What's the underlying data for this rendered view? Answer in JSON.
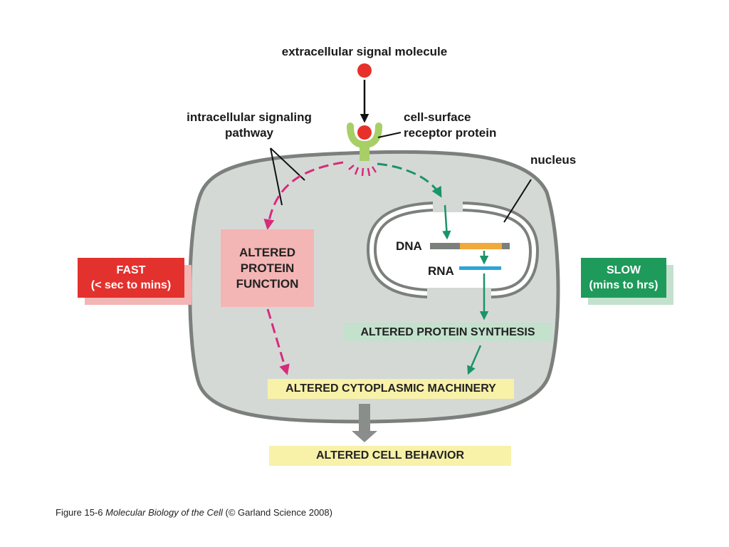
{
  "labels": {
    "signal_molecule": "extracellular signal molecule",
    "receptor_line1": "cell-surface",
    "receptor_line2": "receptor protein",
    "pathway_line1": "intracellular signaling",
    "pathway_line2": "pathway",
    "nucleus": "nucleus",
    "dna": "DNA",
    "rna": "RNA"
  },
  "boxes": {
    "altered_protein_function": [
      "ALTERED",
      "PROTEIN",
      "FUNCTION"
    ],
    "altered_protein_synthesis": "ALTERED PROTEIN SYNTHESIS",
    "altered_cytoplasmic_machinery": "ALTERED CYTOPLASMIC MACHINERY",
    "altered_cell_behavior": "ALTERED CELL BEHAVIOR",
    "fast": {
      "title": "FAST",
      "subtitle": "(< sec to mins)"
    },
    "slow": {
      "title": "SLOW",
      "subtitle": "(mins to hrs)"
    }
  },
  "caption": {
    "prefix": "Figure 15-6",
    "book": "Molecular Biology of the Cell",
    "suffix": "(© Garland Science 2008)"
  },
  "colors": {
    "cell_fill": "#d5d9d6",
    "cell_border": "#7b807d",
    "signal": "#e8302b",
    "receptor": "#a7cf66",
    "fast_pathway": "#d72b7b",
    "slow_pathway": "#1a9468",
    "fast_box": "#e3312e",
    "slow_box": "#1e9a5a",
    "protein_function_box": "#f4b5b5",
    "protein_synthesis_box": "#c3e1cd",
    "machinery_box": "#f8f1a8",
    "dna_gene": "#f0a93a",
    "rna": "#2aa6d6"
  }
}
